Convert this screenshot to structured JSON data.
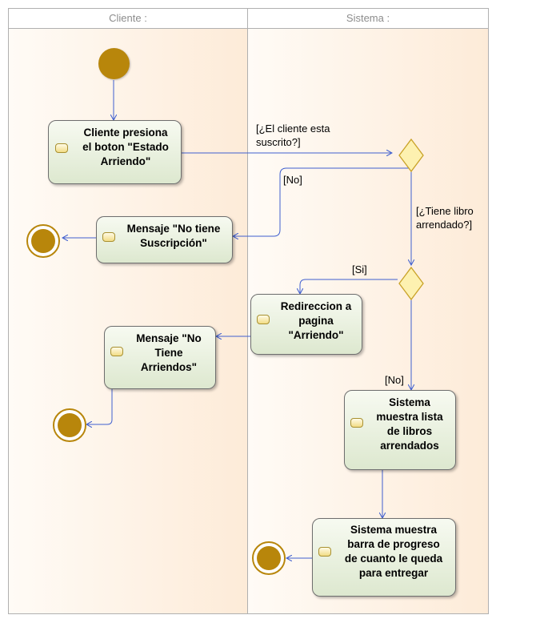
{
  "lanes": {
    "cliente": "Cliente :",
    "sistema": "Sistema :"
  },
  "actions": {
    "cliente_presiona": "Cliente presiona\nel boton \"Estado\nArriendo\"",
    "mensaje_no_suscripcion": "Mensaje \"No tiene\nSuscripción\"",
    "redireccion": "Redireccion a\npagina\n\"Arriendo\"",
    "mensaje_no_arriendos": "Mensaje \"No\nTiene\nArriendos\"",
    "muestra_lista": "Sistema\nmuestra lista\nde libros\narrendados",
    "barra_progreso": "Sistema muestra\nbarra de progreso\nde cuanto le queda\npara entregar"
  },
  "guards": {
    "cliente_suscrito": "[¿El cliente esta\nsuscrito?]",
    "no_1": "[No]",
    "tiene_libro": "[¿Tiene libro\narrendado?]",
    "si": "[Si]",
    "no_2": "[No]"
  },
  "colors": {
    "edge": "#3f5fcf",
    "node_fill": "#b8860b",
    "decision_fill": "#fdf1b0",
    "decision_stroke": "#c9a227"
  }
}
